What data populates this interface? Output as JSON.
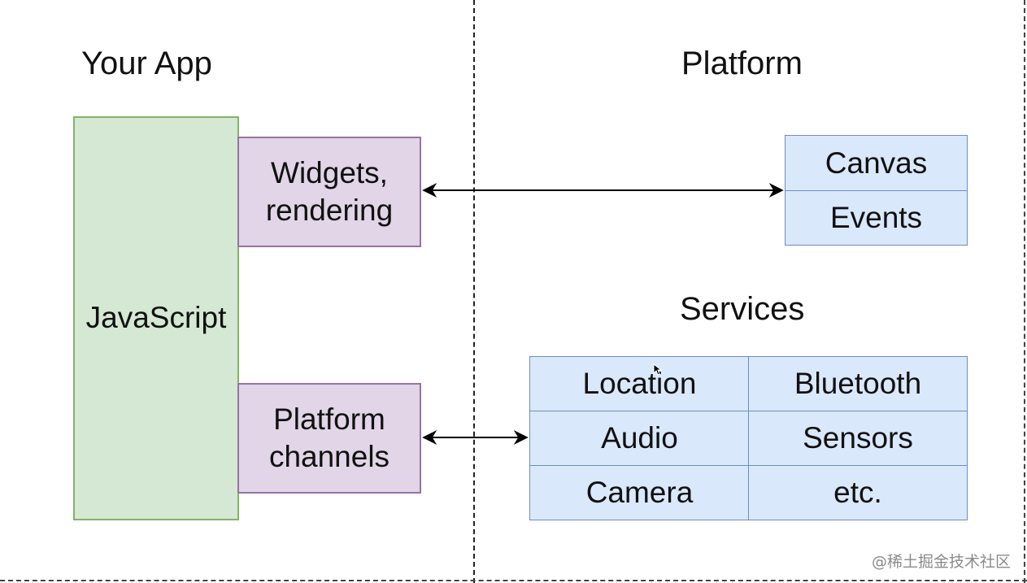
{
  "headings": {
    "left": "Your App",
    "platform": "Platform",
    "services": "Services"
  },
  "boxes": {
    "javascript": "JavaScript",
    "widgets_line1": "Widgets,",
    "widgets_line2": "rendering",
    "channels_line1": "Platform",
    "channels_line2": "channels",
    "canvas": "Canvas",
    "events": "Events"
  },
  "services_grid": {
    "location": "Location",
    "bluetooth": "Bluetooth",
    "audio": "Audio",
    "sensors": "Sensors",
    "camera": "Camera",
    "etc": "etc."
  },
  "watermark": "@稀土掘金技术社区",
  "colors": {
    "green_fill": "#d5e8d4",
    "green_border": "#82b366",
    "purple_fill": "#e1d5e7",
    "purple_border": "#9673a6",
    "blue_fill": "#dae8fc",
    "blue_border": "#6c8ebf"
  }
}
